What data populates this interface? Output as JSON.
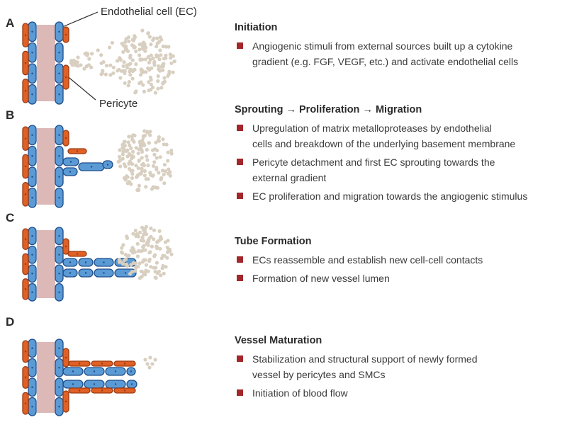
{
  "colors": {
    "endothelial": "#5b9bd5",
    "endothelial_stroke": "#1f4e8c",
    "pericyte": "#e06025",
    "pericyte_stroke": "#9c3a10",
    "lumen": "#dcb9b7",
    "stimulus": "#d8cfc0",
    "bullet": "#a3262a"
  },
  "panels": [
    {
      "letter": "A",
      "title": "Initiation",
      "bullets": [
        [
          "Angiogenic stimuli from external sources built up a cytokine",
          "gradient (e.g. FGF, VEGF, etc.) and activate endothelial cells"
        ]
      ]
    },
    {
      "letter": "B",
      "title": "Sprouting → Proliferation → Migration",
      "bullets": [
        [
          "Upregulation of matrix metalloproteases by endothelial",
          "cells and breakdown of the underlying basement membrane"
        ],
        [
          "Pericyte detachment and first EC sprouting towards the",
          "external gradient"
        ],
        [
          "EC proliferation and migration towards the angiogenic stimulus"
        ]
      ]
    },
    {
      "letter": "C",
      "title": "Tube Formation",
      "bullets": [
        [
          "ECs reassemble and establish new cell-cell contacts"
        ],
        [
          "Formation of new vessel lumen"
        ]
      ]
    },
    {
      "letter": "D",
      "title": "Vessel Maturation",
      "bullets": [
        [
          "Stabilization and structural support of newly formed",
          "vessel by pericytes and SMCs"
        ],
        [
          "Initiation of blood flow"
        ]
      ]
    }
  ],
  "callouts": {
    "endothelial_cell": "Endothelial cell (EC)",
    "pericyte": "Pericyte"
  }
}
